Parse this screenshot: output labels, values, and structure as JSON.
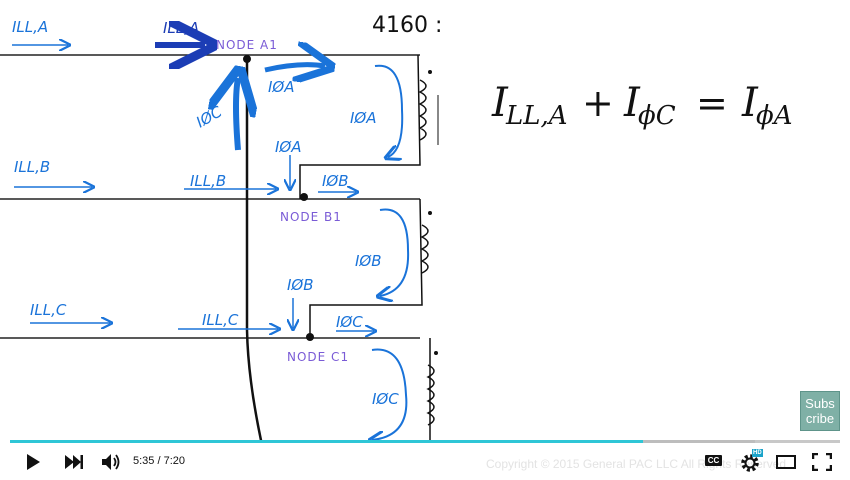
{
  "video": {
    "current_time": "5:35",
    "duration": "7:20",
    "time_separator": " / ",
    "progress_fraction": 0.7625,
    "buffered_fraction": 0.898,
    "copyright": "Copyright © 2015 General PAC LLC All Rights Reserved",
    "subscribe_label": "Subs cribe",
    "cc_label": "CC",
    "hd_label": "HD",
    "accent_color": "#2ec6d6"
  },
  "whiteboard": {
    "voltage_label": "4160 :",
    "labels": {
      "ill_a_left": "ILL,A",
      "ill_a_top": "ILL,A",
      "node_a1": "NODE A1",
      "iphi_a_top": "IØA",
      "iphi_c": "IØC",
      "iphi_a_coil": "IØA",
      "iphi_a_mid": "IØA",
      "ill_b_left": "ILL,B",
      "ill_b_mid": "ILL,B",
      "iphi_b_top": "IØB",
      "node_b1": "NODE B1",
      "iphi_b_coil": "IØB",
      "iphi_b_mid": "IØB",
      "ill_c_left": "ILL,C",
      "ill_c_mid": "ILL,C",
      "iphi_c_top": "IØC",
      "node_c1": "NODE C1",
      "iphi_c_coil": "IØC"
    },
    "equation": {
      "term1": "I",
      "term1_sub": "LL,A",
      "plus": "+",
      "term2": "I",
      "term2_sub": "ϕC",
      "equals": "=",
      "term3": "I",
      "term3_sub": "ϕA"
    }
  },
  "icons": {
    "play": "play-icon",
    "next": "next-icon",
    "volume": "volume-icon",
    "captions": "captions-icon",
    "settings": "settings-icon",
    "theater": "theater-icon",
    "fullscreen": "fullscreen-icon"
  }
}
